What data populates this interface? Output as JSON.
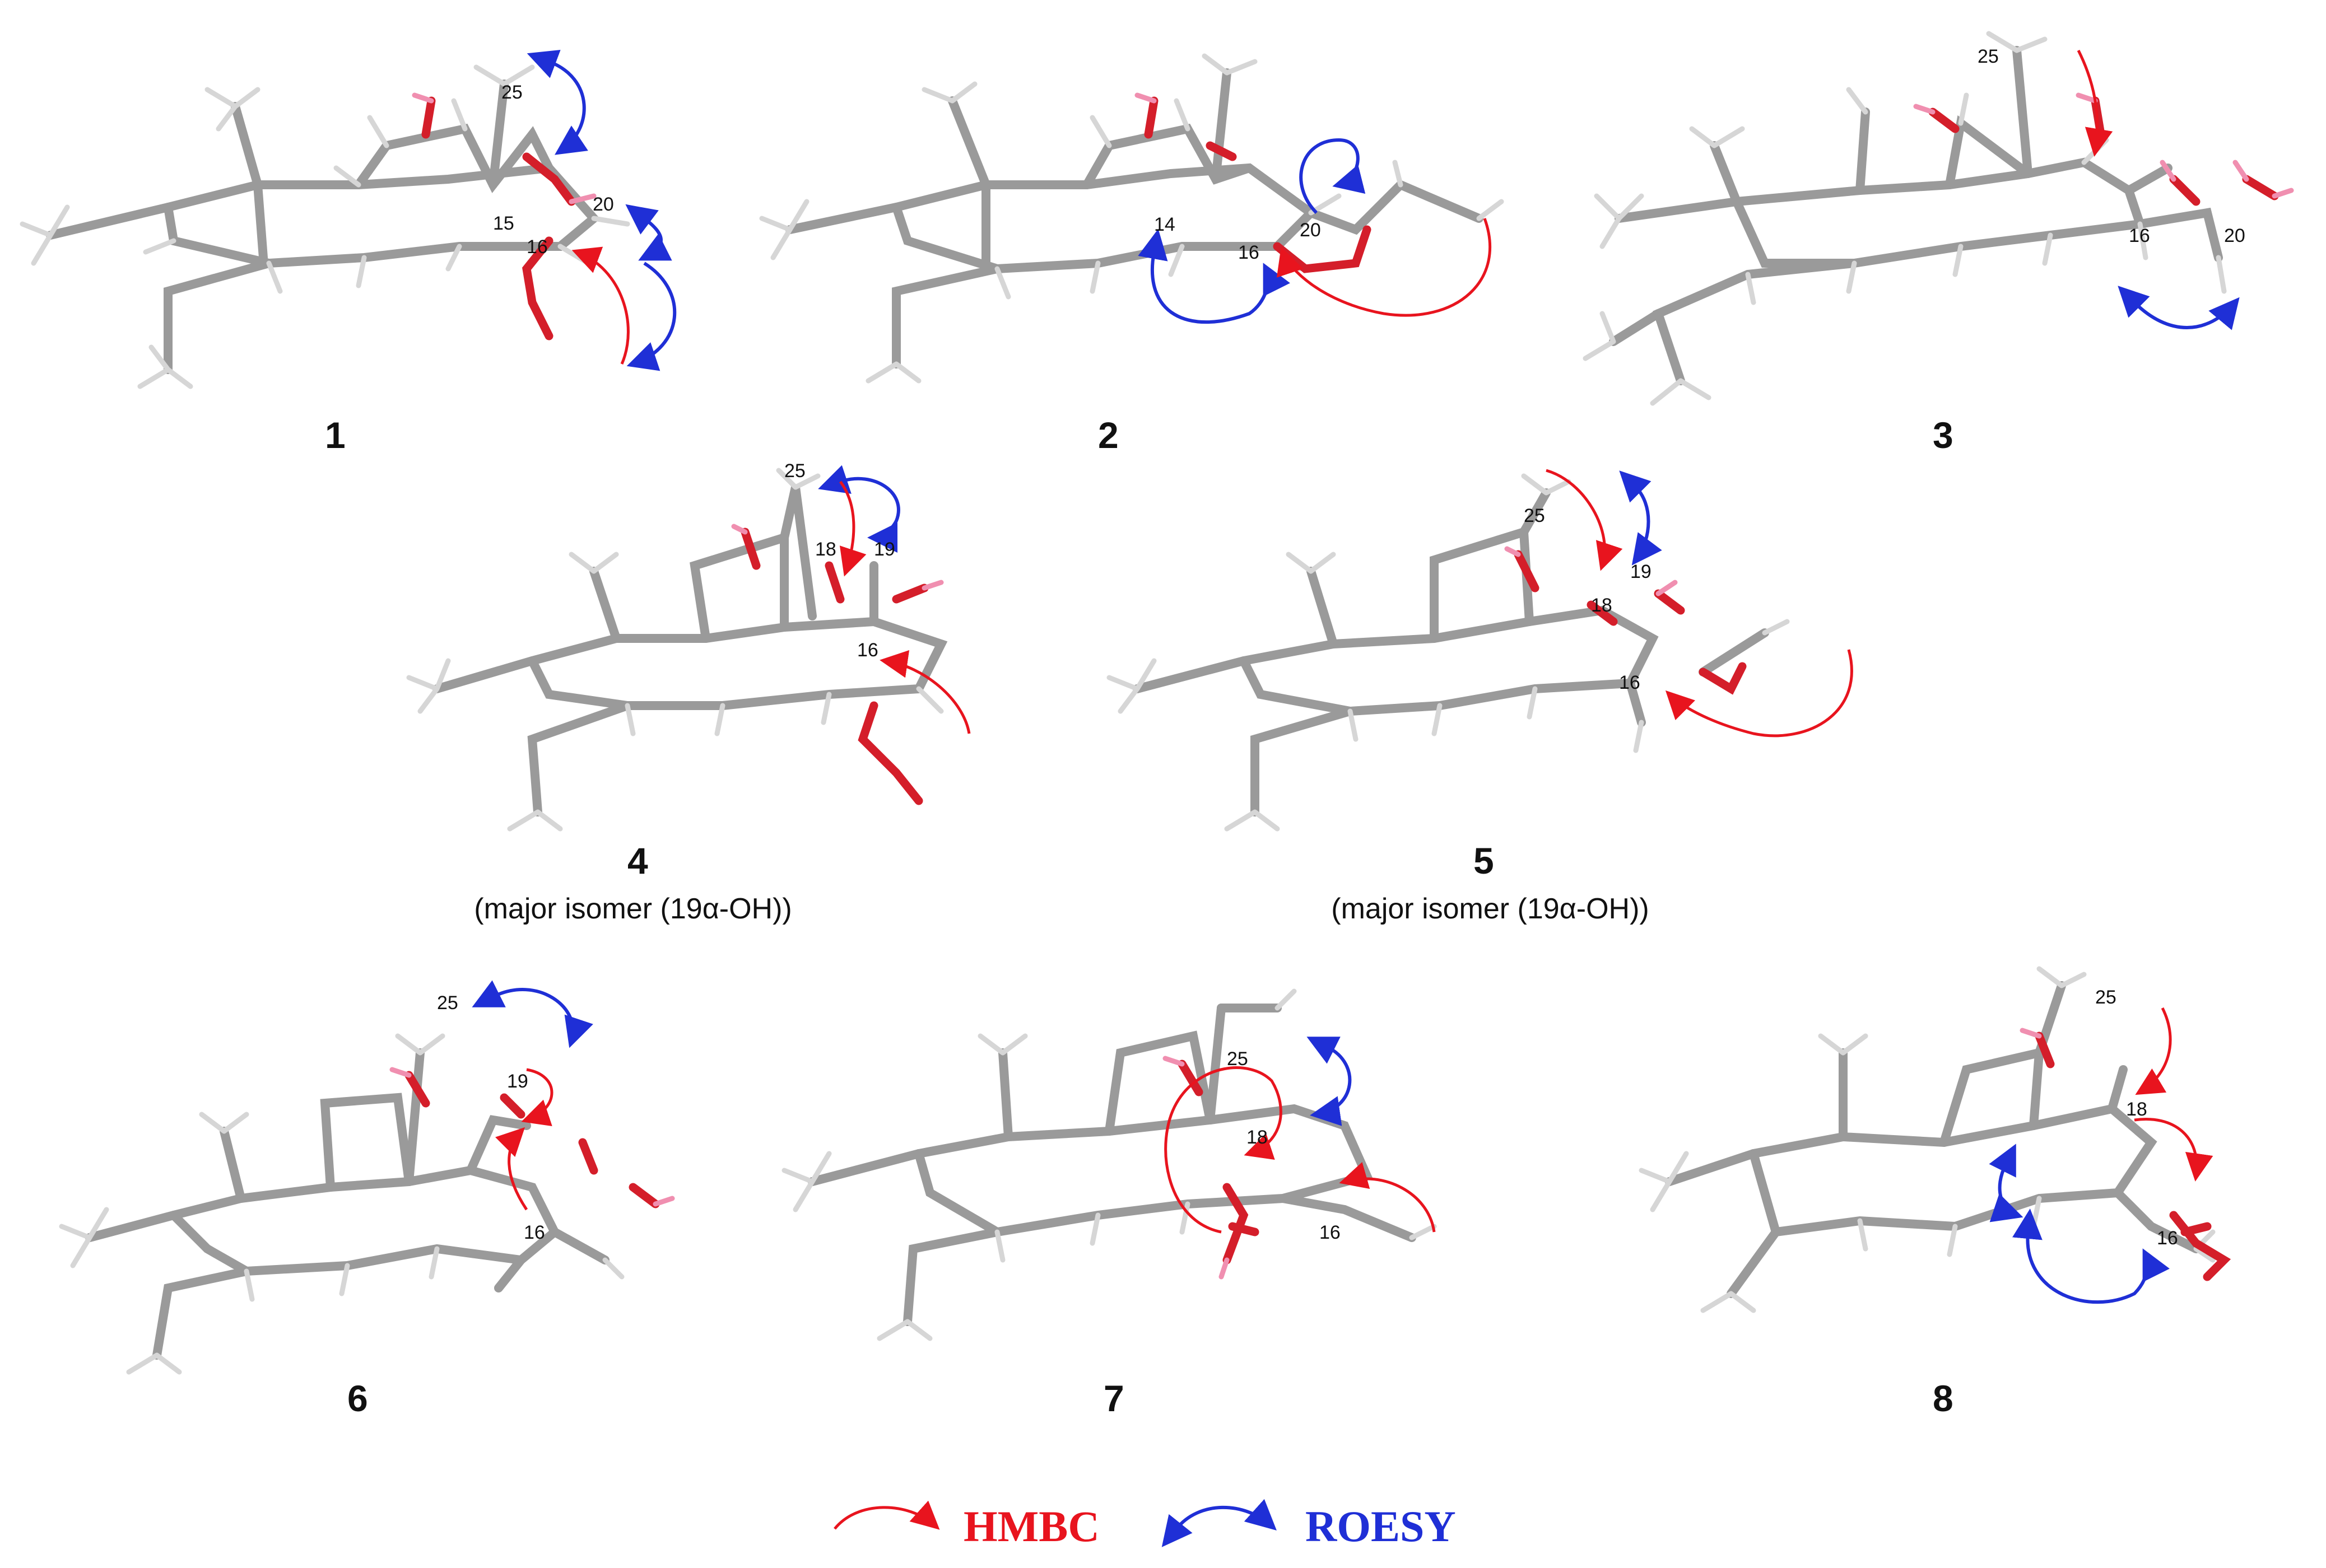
{
  "colors": {
    "hmbc": "#e8141e",
    "roesy": "#1f2fd6",
    "carbon_bond": "#9a9a9a",
    "hydrogen_bond": "#d6d6d6",
    "oxygen_bond": "#d41e2a",
    "hydroxyl_h": "#f08fb0"
  },
  "compounds": [
    {
      "number": "1",
      "caption": "",
      "atom_labels": [
        "25",
        "20",
        "15",
        "16"
      ]
    },
    {
      "number": "2",
      "caption": "",
      "atom_labels": [
        "20",
        "14",
        "16"
      ]
    },
    {
      "number": "3",
      "caption": "",
      "atom_labels": [
        "25",
        "16",
        "20"
      ]
    },
    {
      "number": "4",
      "caption": "(major isomer (19α-OH))",
      "atom_labels": [
        "25",
        "18",
        "19",
        "16"
      ]
    },
    {
      "number": "5",
      "caption": "(major isomer (19α-OH))",
      "atom_labels": [
        "25",
        "19",
        "18",
        "16"
      ]
    },
    {
      "number": "6",
      "caption": "",
      "atom_labels": [
        "25",
        "19",
        "16"
      ]
    },
    {
      "number": "7",
      "caption": "",
      "atom_labels": [
        "25",
        "18",
        "16"
      ]
    },
    {
      "number": "8",
      "caption": "",
      "atom_labels": [
        "25",
        "18",
        "16"
      ]
    }
  ],
  "legend": {
    "hmbc_label": "HMBC",
    "roesy_label": "ROESY"
  }
}
